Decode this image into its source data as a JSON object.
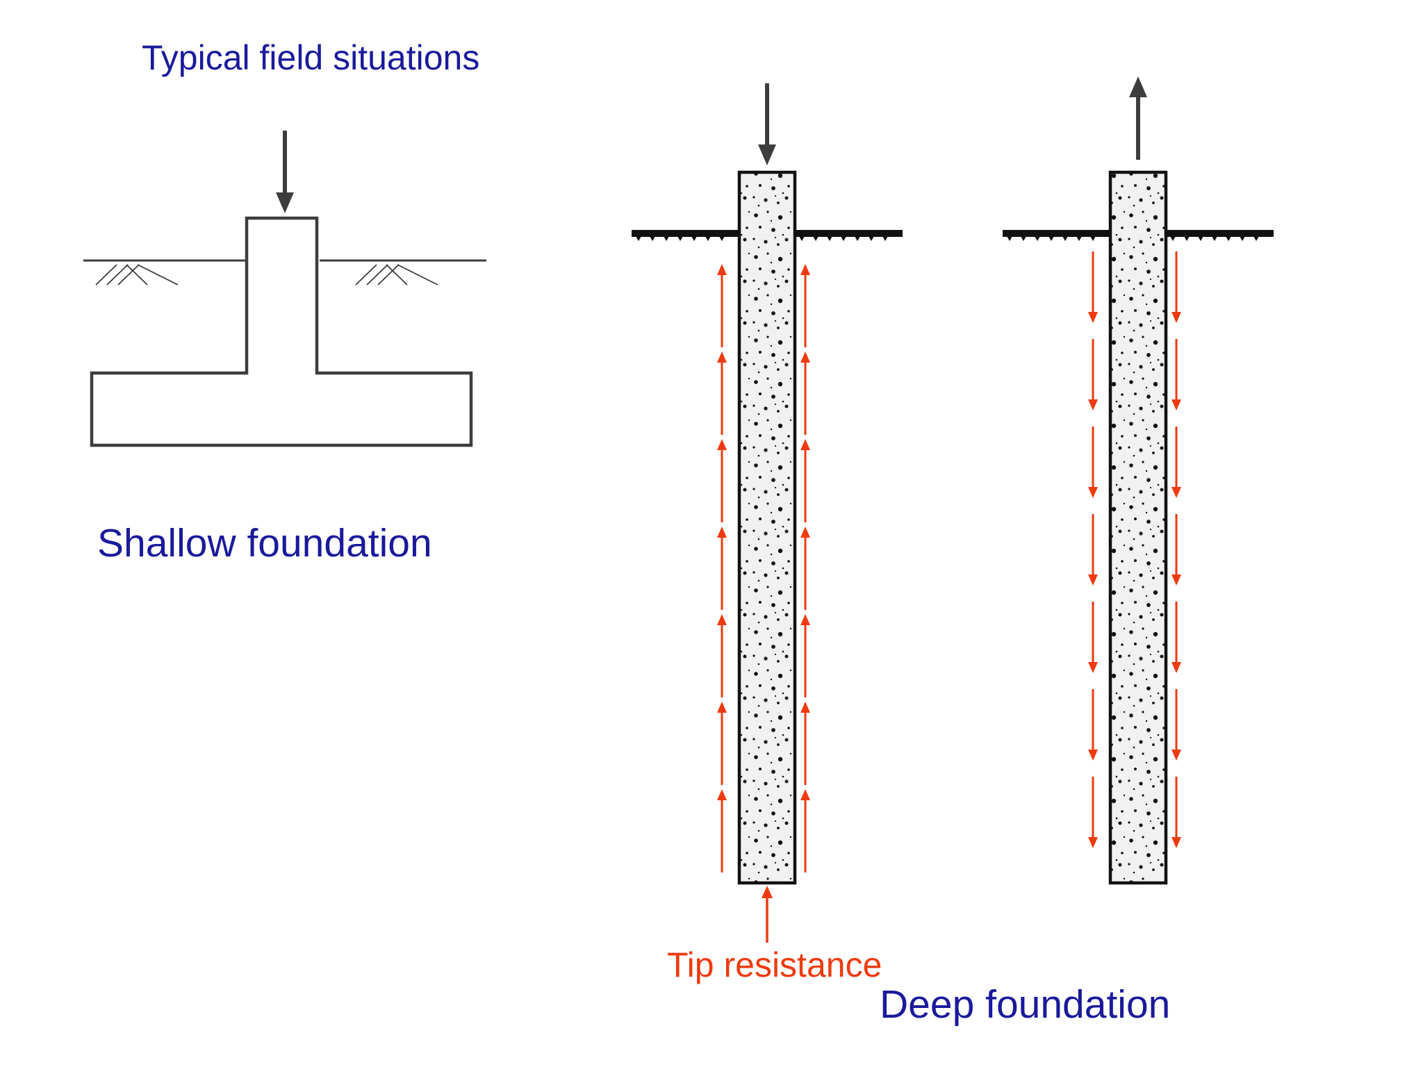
{
  "title": "Typical field situations",
  "shallow": {
    "label": "Shallow foundation"
  },
  "deep": {
    "label": "Deep foundation",
    "tip_label": "Tip resistance"
  },
  "colors": {
    "text_blue": "#1a1a9c",
    "force_red": "#ee3a0f",
    "line_dark": "#3d3d3d",
    "ink": "#111111"
  },
  "icons": {
    "load": "down-arrow",
    "uplift": "up-arrow"
  }
}
